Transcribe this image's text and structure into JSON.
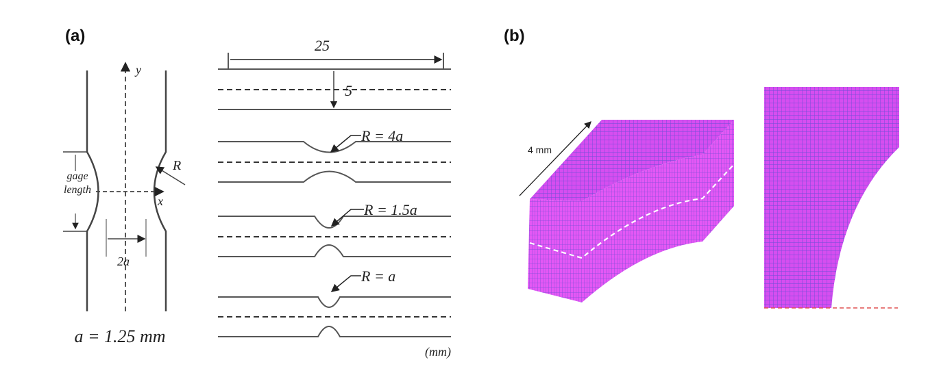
{
  "panels": {
    "a": "(a)",
    "b": "(b)"
  },
  "specimen": {
    "axis_y": "y",
    "axis_x": "x",
    "radius": "R",
    "gage_line1": "gage",
    "gage_line2": "length",
    "width_label": "2a",
    "a_value": "a = 1.25 mm"
  },
  "notches": {
    "length": "25",
    "width": "5",
    "r_4a": "R = 4a",
    "r_15a": "R = 1.5a",
    "r_a": "R = a",
    "units": "(mm)"
  },
  "mesh": {
    "thickness": "4 mm",
    "colors": {
      "fill": "#d64ef0",
      "grid": "#6a4fd6",
      "symmetry": "#e05050"
    }
  }
}
